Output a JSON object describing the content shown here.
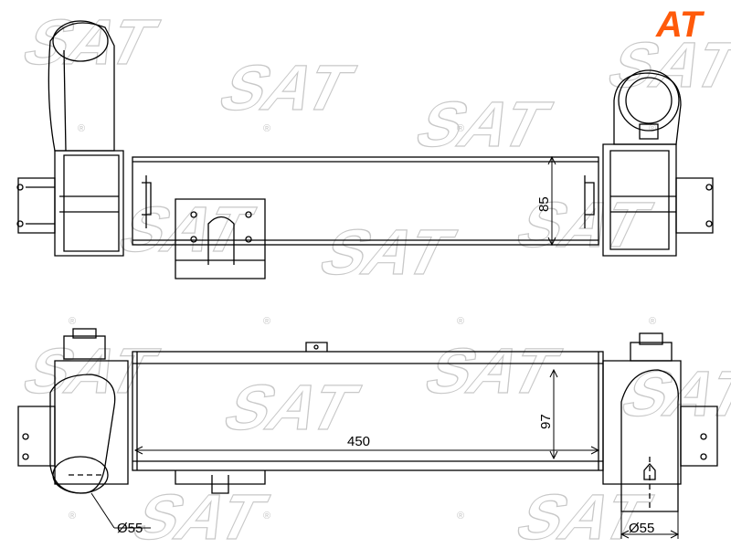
{
  "watermark": {
    "text": "SAT",
    "registered": "®"
  },
  "brand": {
    "logo_text": "AT",
    "color": "#ff5a0a"
  },
  "dimensions": {
    "height_top": "85",
    "height_bottom": "97",
    "length": "450",
    "diameter_left": "Ø55",
    "diameter_right": "Ø55"
  }
}
